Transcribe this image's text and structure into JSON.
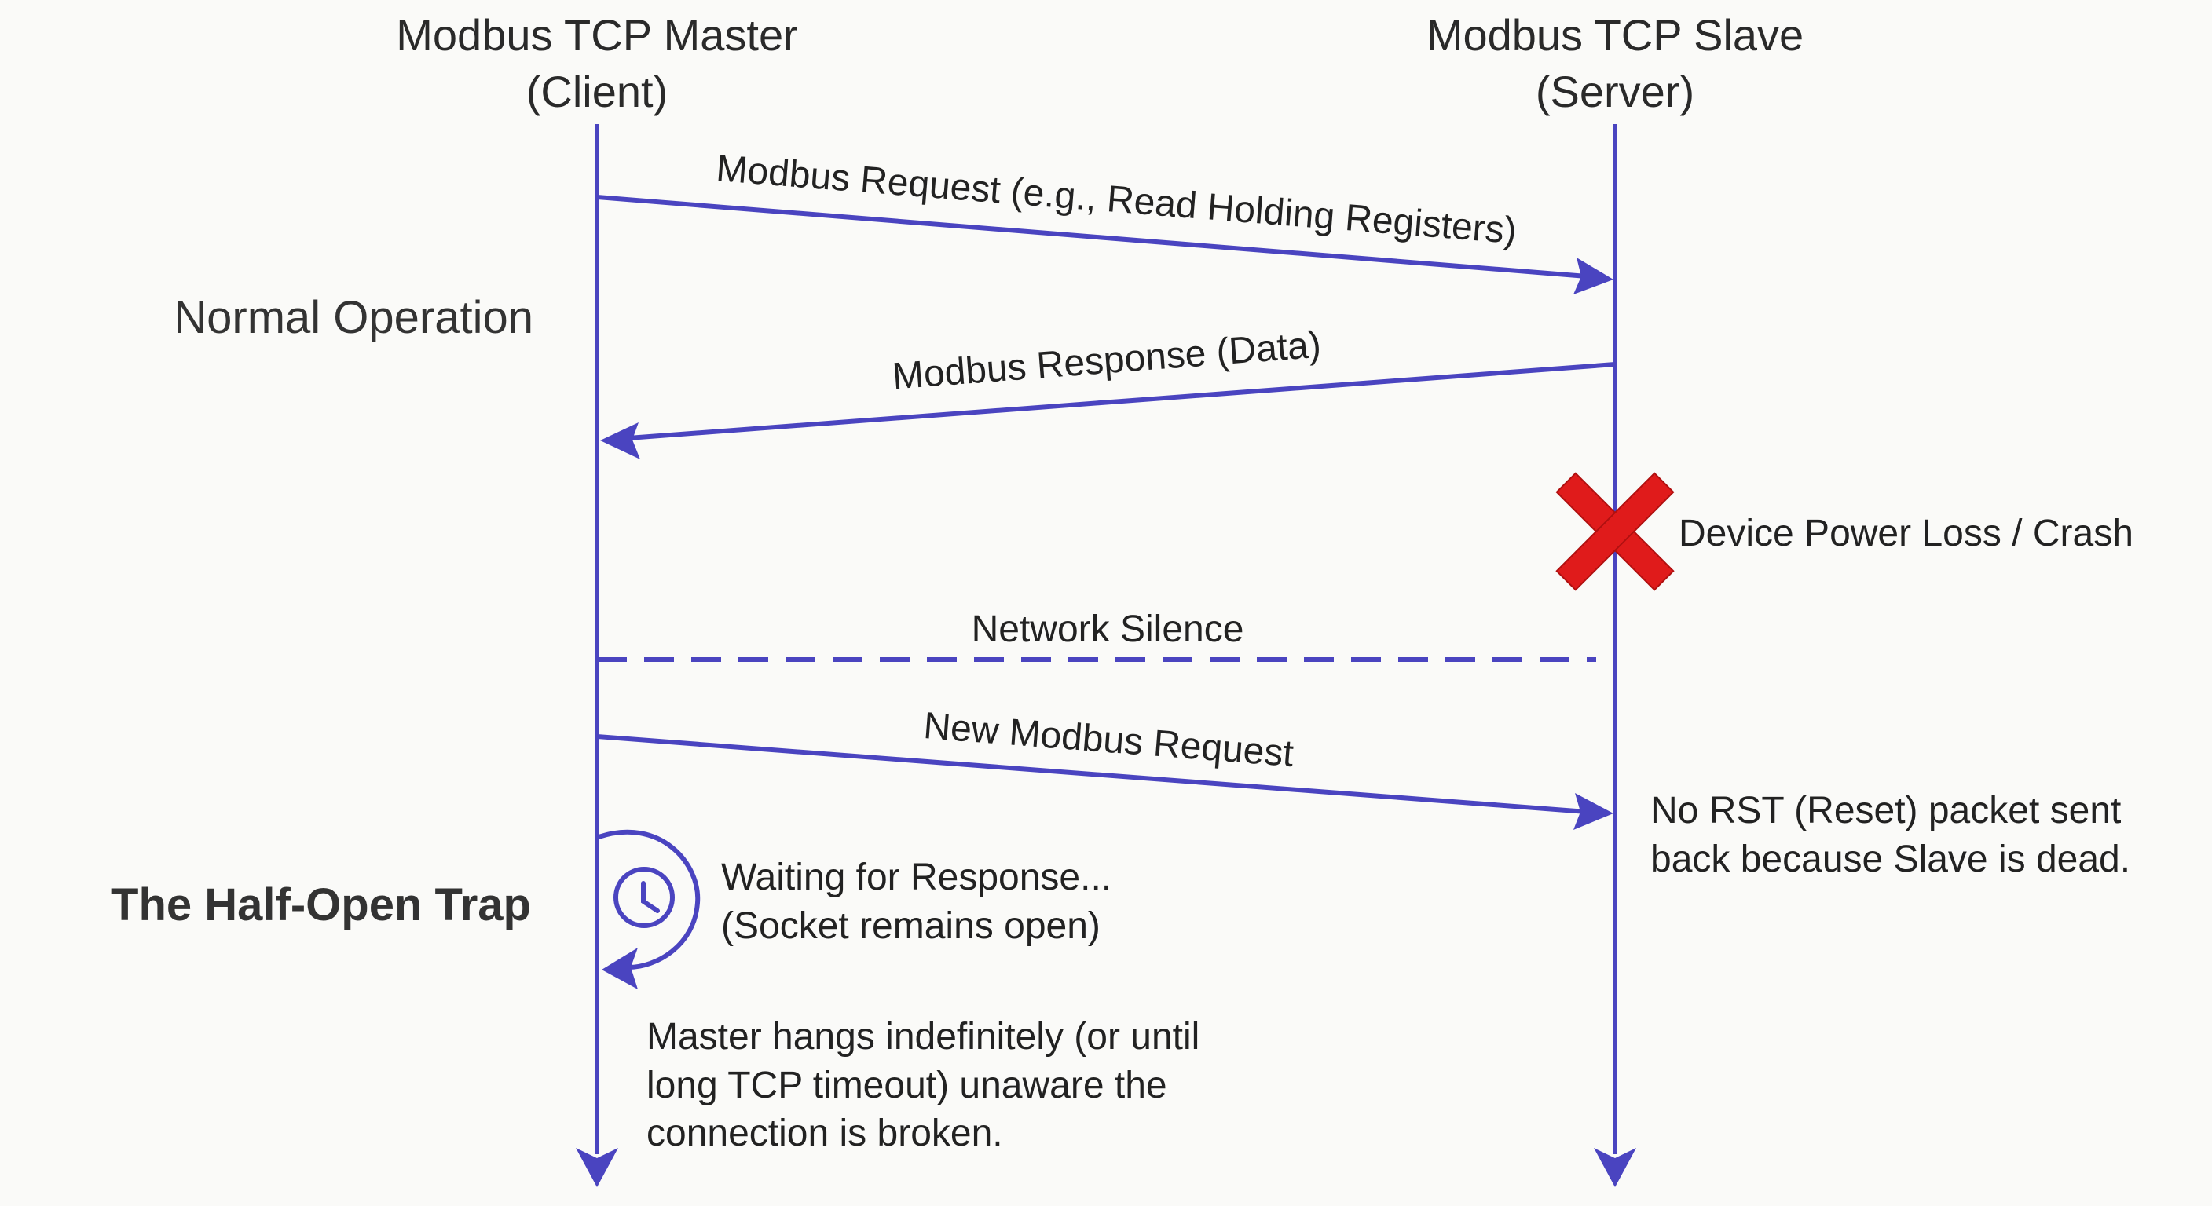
{
  "colors": {
    "line": "#4a44c0",
    "crash": "#e01b1b",
    "text": "#222222",
    "background": "#fafaf8"
  },
  "participants": {
    "master": {
      "line1": "Modbus TCP Master",
      "line2": "(Client)"
    },
    "slave": {
      "line1": "Modbus TCP Slave",
      "line2": "(Server)"
    }
  },
  "sections": {
    "normal": "Normal Operation",
    "trap": "The Half-Open Trap"
  },
  "messages": {
    "request": "Modbus Request (e.g., Read Holding Registers)",
    "response": "Modbus Response (Data)",
    "silence": "Network Silence",
    "new_request": "New Modbus Request"
  },
  "events": {
    "crash": "Device Power Loss / Crash",
    "crash_icon": "red-x-icon",
    "no_rst": [
      "No RST (Reset) packet sent",
      "back because Slave is dead."
    ],
    "waiting": [
      "Waiting for Response...",
      "(Socket remains open)"
    ],
    "waiting_icon": "clock-icon",
    "hang": [
      "Master hangs indefinitely (or until",
      "long TCP timeout) unaware the",
      "connection is broken."
    ]
  }
}
